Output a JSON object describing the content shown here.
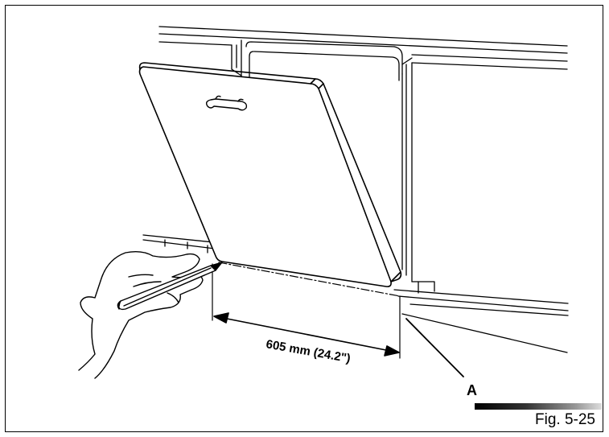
{
  "figure": {
    "dimension_label": "605 mm (24.2\")",
    "callout_label": "A",
    "caption": "Fig. 5-25"
  }
}
